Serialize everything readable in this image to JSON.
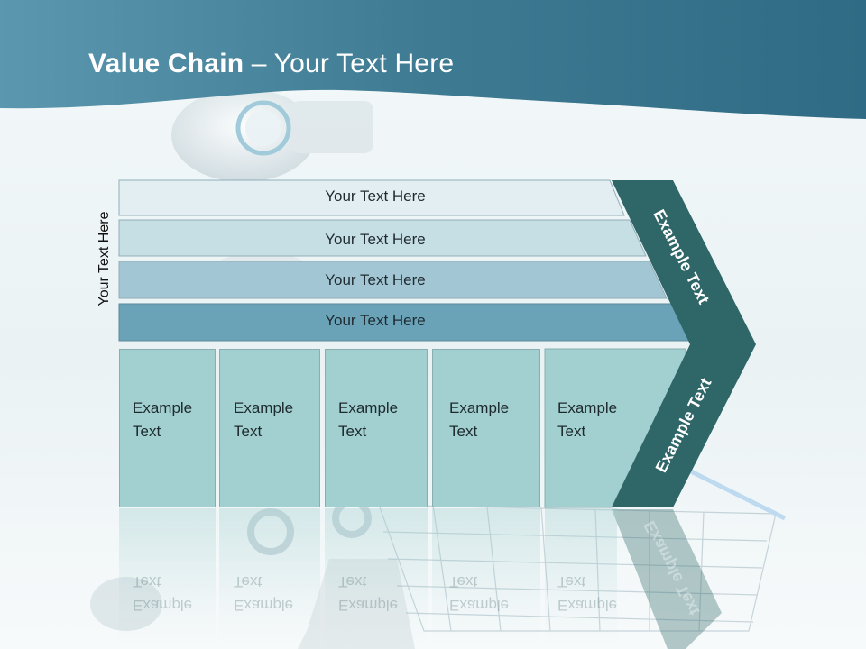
{
  "title": {
    "bold": "Value Chain",
    "rest": " – Your Text Here"
  },
  "side_label": "Your Text Here",
  "support_bars": [
    {
      "label": "Your Text Here",
      "color": "#e2eef2"
    },
    {
      "label": "Your Text Here",
      "color": "#c6dfe5"
    },
    {
      "label": "Your Text Here",
      "color": "#a3c6d5"
    },
    {
      "label": "Your Text Here",
      "color": "#6aa2b8"
    }
  ],
  "primary_columns": [
    {
      "line1": "Example",
      "line2": "Text"
    },
    {
      "line1": "Example",
      "line2": "Text"
    },
    {
      "line1": "Example",
      "line2": "Text"
    },
    {
      "line1": "Example",
      "line2": "Text"
    },
    {
      "line1": "Example",
      "line2": "Text"
    }
  ],
  "margin_chevron": {
    "upper_label": "Example Text",
    "lower_label": "Example Text",
    "color": "#2f6668"
  },
  "colors": {
    "header": "#3f7d94",
    "column_fill": "#a2cfcf"
  }
}
